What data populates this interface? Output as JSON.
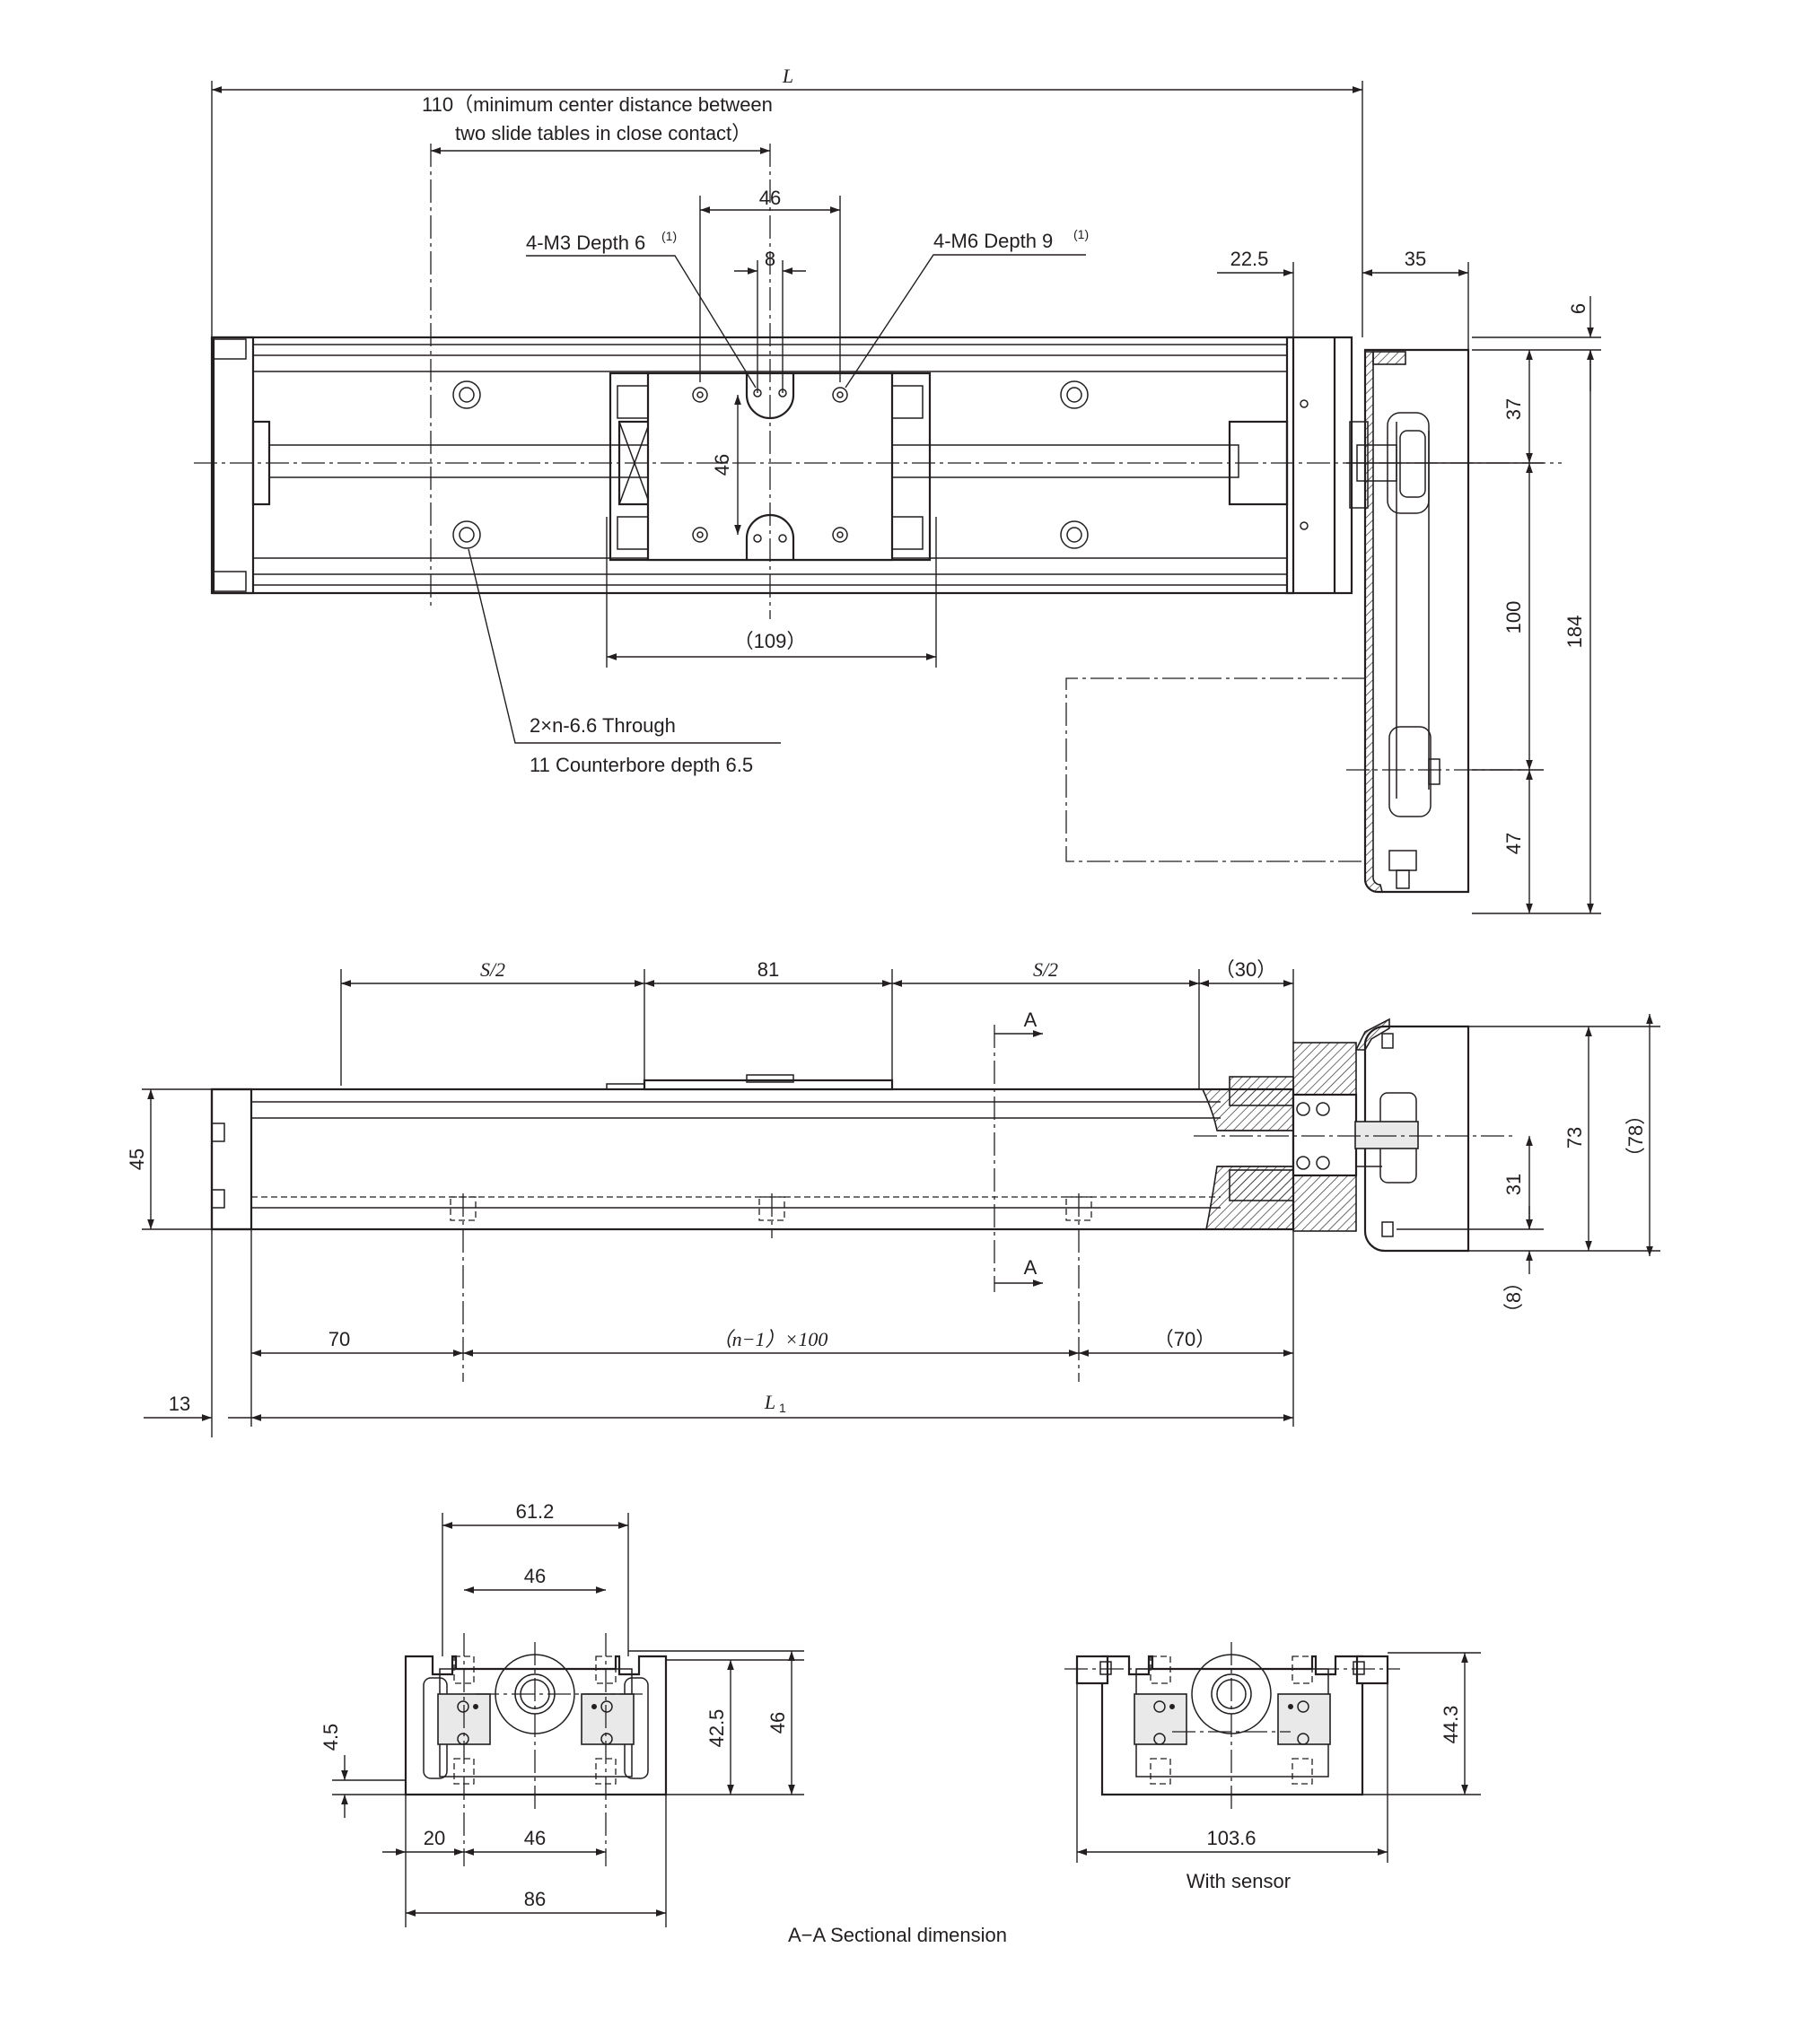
{
  "colors": {
    "line": "#231f20",
    "background": "#ffffff",
    "shade": "#e9e9e9"
  },
  "top_view": {
    "L": "L",
    "min_center_1": "110（minimum center distance between",
    "min_center_2": "two slide tables in close contact）",
    "d46_top": "46",
    "d8": "8",
    "m3": "4-M3 Depth 6",
    "m3_note": "(1)",
    "m6": "4-M6 Depth 9",
    "m6_note": "(1)",
    "d46_vert": "46",
    "d109": "（109）",
    "through_1": "2×n-6.6 Through",
    "through_2": "11 Counterbore depth 6.5",
    "d22_5": "22.5",
    "d35": "35",
    "d6": "6",
    "d37": "37",
    "d100": "100",
    "d184": "184",
    "d47": "47"
  },
  "side_view": {
    "s2_left": "S/2",
    "d81": "81",
    "s2_right": "S/2",
    "d30": "（30）",
    "section_a_top": "A",
    "section_a_bottom": "A",
    "d45": "45",
    "d73": "73",
    "d78": "（78）",
    "d31": "31",
    "d8": "（8）",
    "d70_left": "70",
    "pitch": "（n−1）×100",
    "d70_right": "（70）",
    "d13": "13",
    "L1": "L",
    "L1_sub": "1"
  },
  "section_view": {
    "d61_2": "61.2",
    "d46_top": "46",
    "d4_5": "4.5",
    "d42_5": "42.5",
    "d46_height": "46",
    "d20": "20",
    "d46_bottom": "46",
    "d86": "86",
    "d44_3": "44.3",
    "d103_6": "103.6",
    "with_sensor": "With sensor",
    "caption": "A−A Sectional dimension"
  }
}
